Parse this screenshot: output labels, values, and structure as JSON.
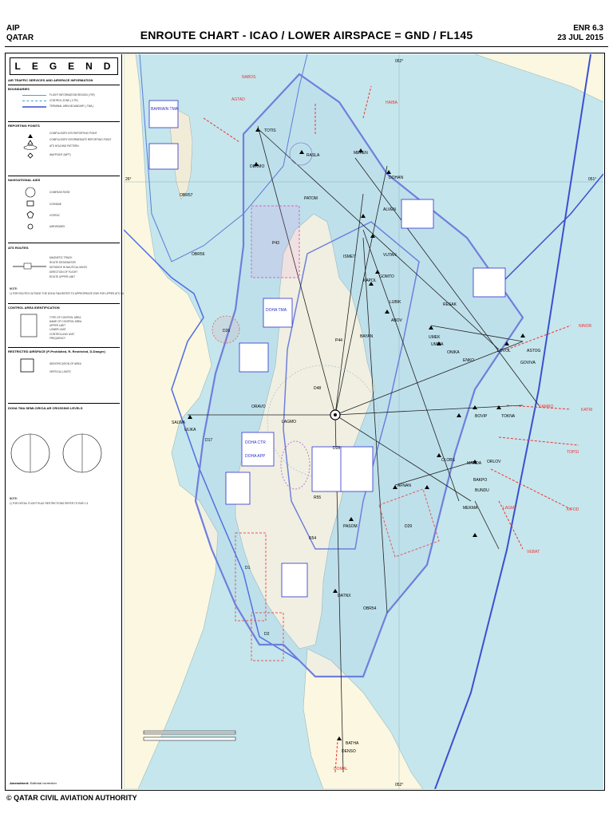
{
  "header": {
    "left_line1": "AIP",
    "left_line2": "QATAR",
    "title": "ENROUTE CHART - ICAO / LOWER AIRSPACE = GND / FL145",
    "right_line1": "ENR 6.3",
    "right_line2": "23 JUL 2015"
  },
  "legend": {
    "title_letters": [
      "L",
      "E",
      "G",
      "E",
      "N",
      "D"
    ],
    "subtitle": "AIR TRAFFIC SERVICES AND AIRSPACE INFORMATION",
    "sections": {
      "boundaries": "BOUNDARIES",
      "reporting": "REPORTING POINTS",
      "navaids": "NAVIGATIONAL AIDS",
      "routes": "ATS ROUTES",
      "control": "CONTROL AREA IDENTIFICATION",
      "restricted": "RESTRICTED AIRSPACE (P-Prohibited, R- Restricted, D-Danger)",
      "crossing": "DOHA TMA SEMI-CIRCULAR CROSSING LEVELS"
    },
    "boundary_items": [
      "FLIGHT INFORMATION REGION ( FIR)",
      "CONTROL ZONE ( CTR)",
      "TERMINAL AREA BOUNDARY ( TMA )"
    ],
    "reporting_items": [
      "COMPULSORY ATS REPORTING POINT",
      "COMPULSORY INTERMEDIATE REPORTING POINT",
      "ATS HOLDING PATTERN",
      "WAYPOINT (WPT)"
    ],
    "navaid_items": [
      "COMPASS ROSE",
      "VOR/DME",
      "VORTAC",
      "AIRDROMES"
    ],
    "route_items": [
      "MAGNETIC TRACK",
      "ROUTE DESIGNATOR",
      "DISTANCE IN NAUTICAL MILES",
      "DIRECTION OF FLIGHT",
      "ROUTE UPPER LIMIT"
    ],
    "control_items": [
      "TYPE OF CONTROL AREA",
      "NAME OF CONTROL AREA",
      "UPPER LIMIT",
      "LOWER LIMIT",
      "CONTROLLING UNIT",
      "FREQUENCY"
    ],
    "restricted_items": [
      "IDENTIFICATION OF AREA",
      "VERTICAL LIMITS"
    ],
    "note1": "NOTE:",
    "note1_text": "1) FOR ROUTES OUTSIDE THE DOHA TMA REFER TO APPROPRIATE ENR FOR UPPER ATS DATA.",
    "note2": "NOTE:",
    "note2_text": "1) FOR DETAIL FLIGHT RULE RESTRICTIONS REFER TO ENR 1.3."
  },
  "map": {
    "waypoints": [
      "NABOS",
      "AGTAD",
      "TOTIS",
      "DEKMO",
      "RASLA",
      "PATOM",
      "DOHAN",
      "MEKEN",
      "ALVEN",
      "ISMET",
      "VUTAN",
      "KAPOL",
      "GOMTO",
      "UMEK",
      "ABOV",
      "BAYAN",
      "LUBIK",
      "RESAK",
      "UMIVA",
      "ONIKA",
      "ENKO",
      "ASTOG",
      "LOVOL",
      "GOVIVA",
      "TOKNA",
      "BOVIP",
      "SALWA",
      "ULIKA",
      "ORAVO",
      "LAGMO",
      "AFNAN",
      "CLOBS",
      "MARDA",
      "MEKMA",
      "BAKPO",
      "PASOM",
      "DATNX",
      "DENSO",
      "BATHA",
      "KAMRO",
      "TOPSI",
      "KIFOD",
      "VEBAT",
      "LAGMI",
      "NINOR",
      "KATRI",
      "HAIBA",
      "DOMAL",
      "ORLOV",
      "BUNDU"
    ],
    "areas": [
      "P43",
      "D26",
      "D17",
      "D1",
      "D2",
      "D29",
      "D28",
      "P44",
      "D48",
      "R54",
      "R55",
      "OBR57",
      "OBR56",
      "OBR54"
    ],
    "tma_labels": [
      "DOHA TMA",
      "DOHA CTR",
      "DOHA APP",
      "BAHRAIN TMA"
    ],
    "lat_lon_labels": [
      "052°",
      "26°",
      "051°",
      "052°"
    ]
  },
  "footer": {
    "amendment_label": "Amendment:",
    "amendment_text": "Editorial correction",
    "copyright": "© QATAR CIVIL AVIATION AUTHORITY"
  }
}
